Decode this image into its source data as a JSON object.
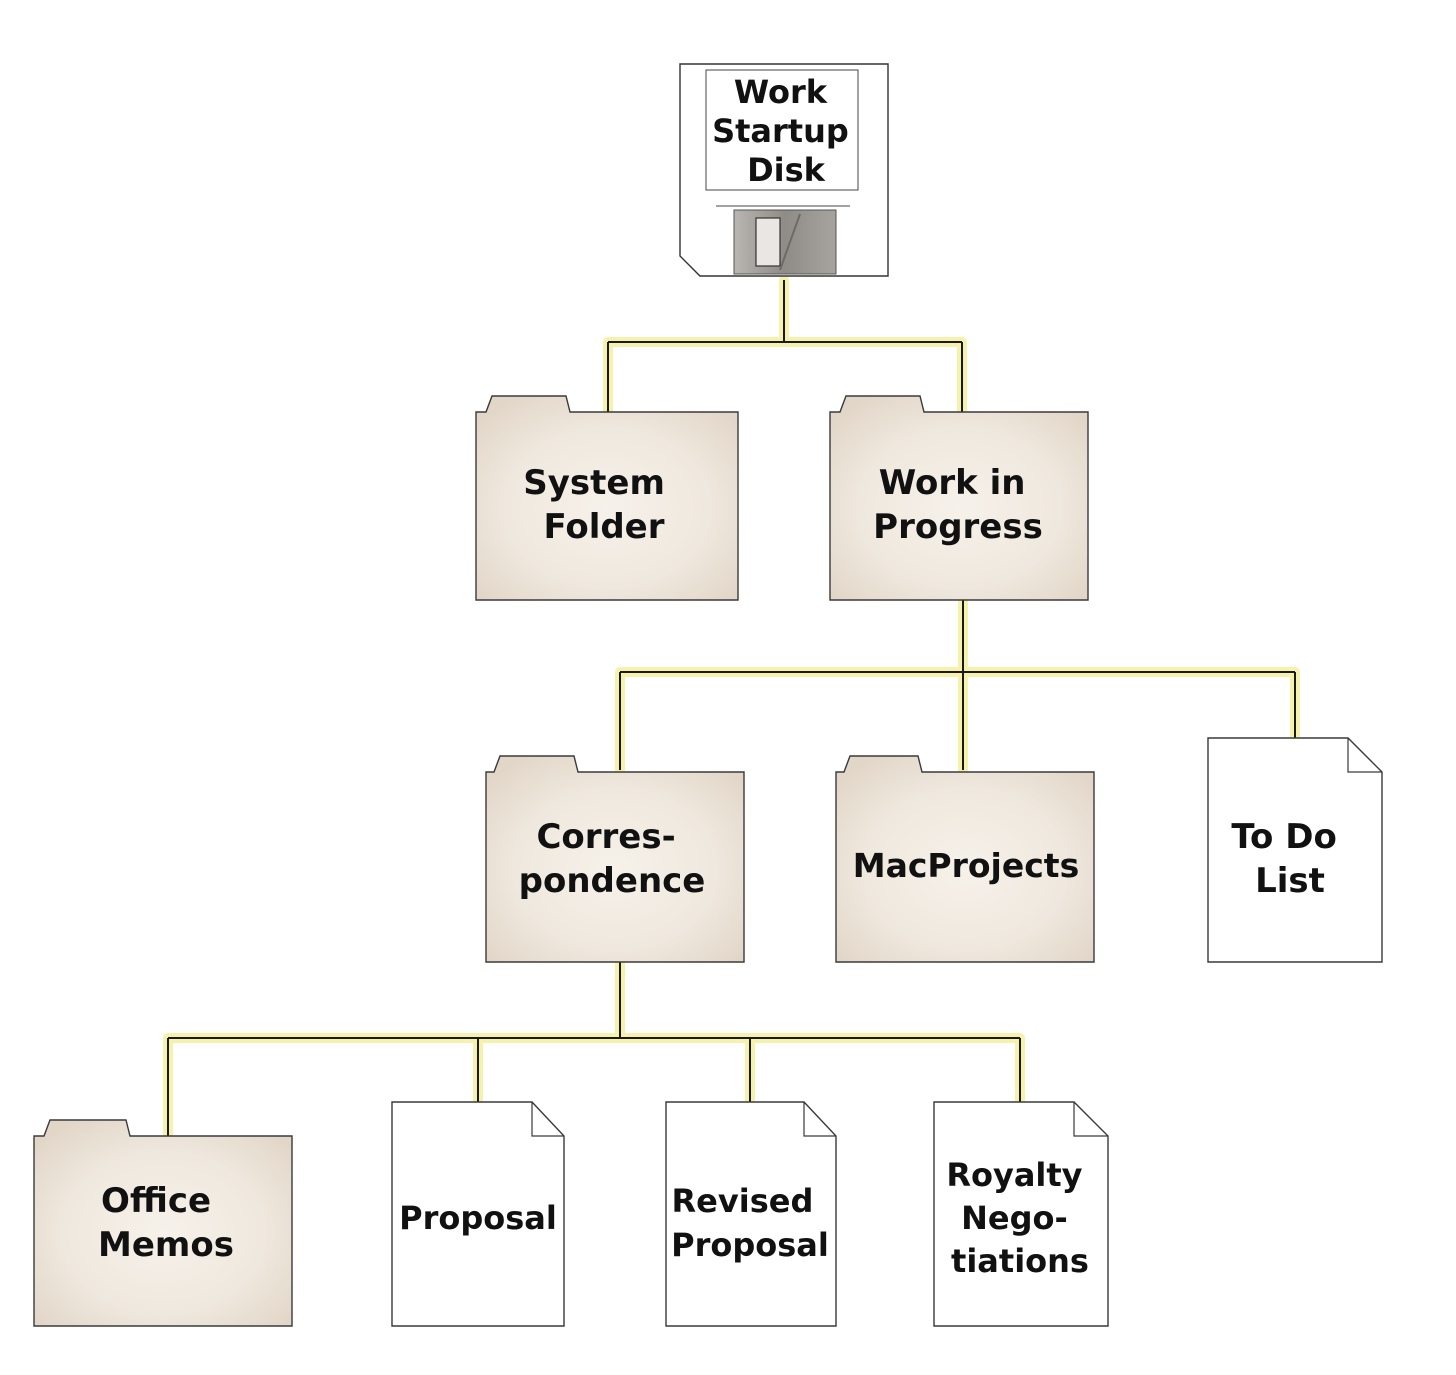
{
  "diagram": {
    "disk": {
      "label_lines": [
        "Work",
        "Startup",
        "Disk"
      ]
    },
    "level1": {
      "system_folder": {
        "label_lines": [
          "System",
          "Folder"
        ]
      },
      "work_in_progress": {
        "label_lines": [
          "Work in",
          "Progress"
        ]
      }
    },
    "level2": {
      "correspondence": {
        "label_lines": [
          "Corres-",
          "pondence"
        ]
      },
      "macprojects": {
        "label_lines": [
          "MacProjects"
        ]
      },
      "to_do_list": {
        "label_lines": [
          "To Do",
          "List"
        ]
      }
    },
    "level3": {
      "office_memos": {
        "label_lines": [
          "Office",
          "Memos"
        ]
      },
      "proposal": {
        "label_lines": [
          "Proposal"
        ]
      },
      "revised_proposal": {
        "label_lines": [
          "Revised",
          "Proposal"
        ]
      },
      "royalty_negotiations": {
        "label_lines": [
          "Royalty",
          "Nego-",
          "tiations"
        ]
      }
    },
    "colors": {
      "connector_highlight": "#f4ee9e",
      "folder_fill": "#f1ebe2",
      "folder_shade": "#e2d7ca",
      "disk_shutter": "#9d9a96",
      "ink": "#111111"
    }
  }
}
